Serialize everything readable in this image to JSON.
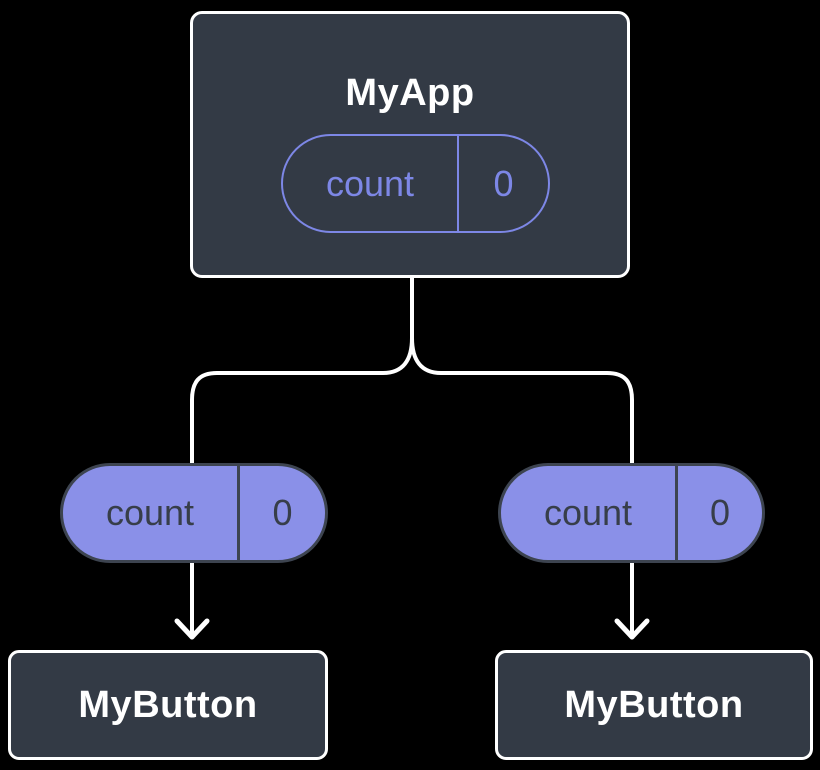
{
  "diagram": {
    "type": "component-tree",
    "background": "#000000",
    "colors": {
      "node_fill": "#333A45",
      "node_border": "#FFFFFF",
      "connector": "#FFFFFF",
      "pill_fill_purple": "#8A90E8",
      "pill_outline_purple": "#7D87E6",
      "pill_outline_dark": "#3D4450",
      "title_text": "#FFFFFF",
      "pill_text_purple": "#7D87E6",
      "pill_text_dark": "#373E49"
    },
    "root": {
      "title": "MyApp",
      "state_pill": {
        "label": "count",
        "value": "0"
      }
    },
    "children": [
      {
        "title": "MyButton",
        "prop_pill": {
          "label": "count",
          "value": "0"
        }
      },
      {
        "title": "MyButton",
        "prop_pill": {
          "label": "count",
          "value": "0"
        }
      }
    ]
  }
}
